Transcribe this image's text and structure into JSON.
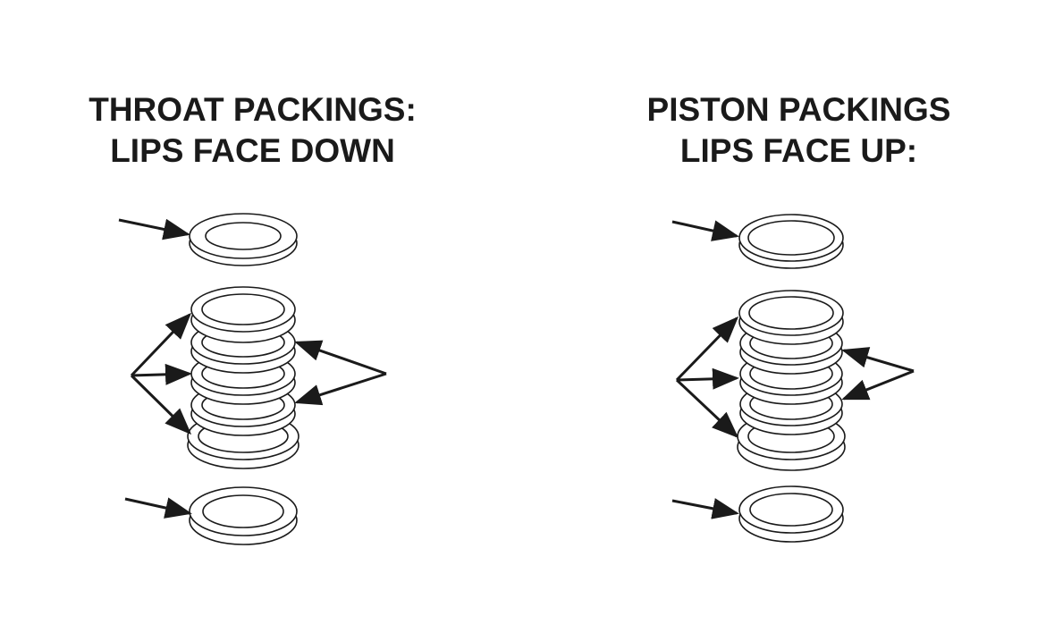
{
  "diagram": {
    "left": {
      "title_line1": "THROAT PACKINGS:",
      "title_line2": "LIPS FACE DOWN"
    },
    "right": {
      "title_line1": "PISTON PACKINGS",
      "title_line2": "LIPS FACE UP:"
    },
    "colors": {
      "ink": "#1a1a1a",
      "background": "#ffffff"
    }
  }
}
